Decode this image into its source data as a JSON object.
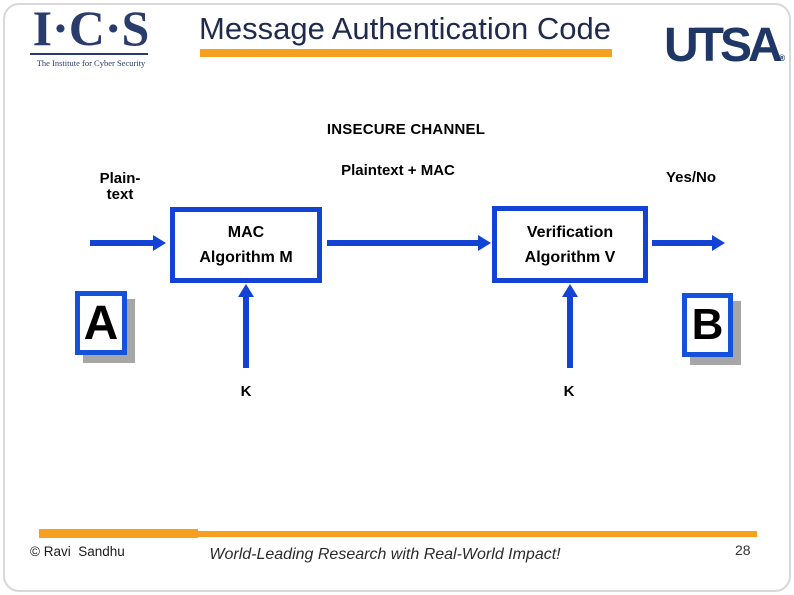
{
  "header": {
    "title": "Message Authentication Code",
    "ics_logo": {
      "text": "I·C·S",
      "subtitle": "The Institute for Cyber Security"
    },
    "utsa_logo": {
      "text": "UTSA",
      "registered_mark": "®"
    }
  },
  "diagram": {
    "channel_label": "INSECURE CHANNEL",
    "message_label": "Plaintext + MAC",
    "input_label": {
      "line1": "Plain-",
      "line2": "text"
    },
    "output_label": "Yes/No",
    "mac_box": {
      "line1": "MAC",
      "line2": "Algorithm M"
    },
    "verification_box": {
      "line1": "Verification",
      "line2": "Algorithm V"
    },
    "party_a_label": "A",
    "party_b_label": "B",
    "key_label_left": "K",
    "key_label_right": "K"
  },
  "footer": {
    "copyright": "© Ravi  Sandhu",
    "tagline": "World-Leading Research with Real-World Impact!",
    "page_number": "28"
  },
  "colors": {
    "navy-title": "#1f2a4c",
    "navy-ics": "#2a3b6e",
    "navy-utsa": "#1e3766",
    "diagram-blue": "#1243d4",
    "party-box-blue": "#1552dc",
    "accent-orange": "#f5a01e",
    "shadow-gray": "#a6a6a6",
    "text-black": "#000000"
  }
}
